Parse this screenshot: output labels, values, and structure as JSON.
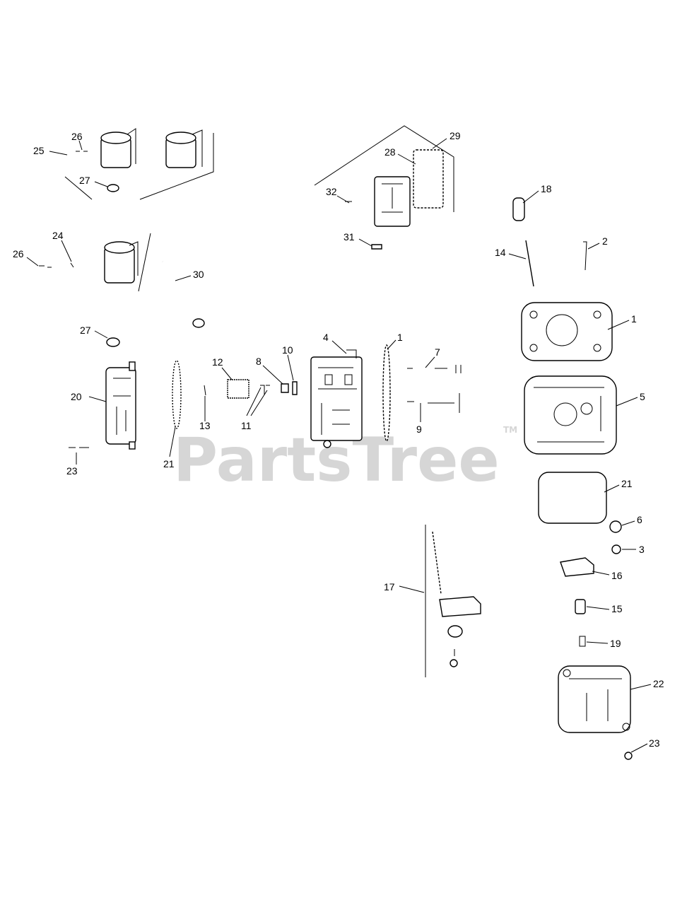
{
  "watermark": {
    "text": "PartsTree",
    "trademark": "TM"
  },
  "callouts": {
    "c1a": "1",
    "c1b": "1",
    "c2": "2",
    "c3": "3",
    "c4": "4",
    "c5": "5",
    "c6": "6",
    "c7": "7",
    "c8": "8",
    "c9": "9",
    "c10": "10",
    "c11": "11",
    "c12": "12",
    "c13": "13",
    "c14": "14",
    "c15": "15",
    "c16": "16",
    "c17": "17",
    "c18": "18",
    "c19": "19",
    "c20": "20",
    "c21a": "21",
    "c21b": "21",
    "c22": "22",
    "c23a": "23",
    "c23b": "23",
    "c24": "24",
    "c25": "25",
    "c26a": "26",
    "c26b": "26",
    "c27a": "27",
    "c27b": "27",
    "c28": "28",
    "c29": "29",
    "c30": "30",
    "c31": "31",
    "c32": "32"
  }
}
